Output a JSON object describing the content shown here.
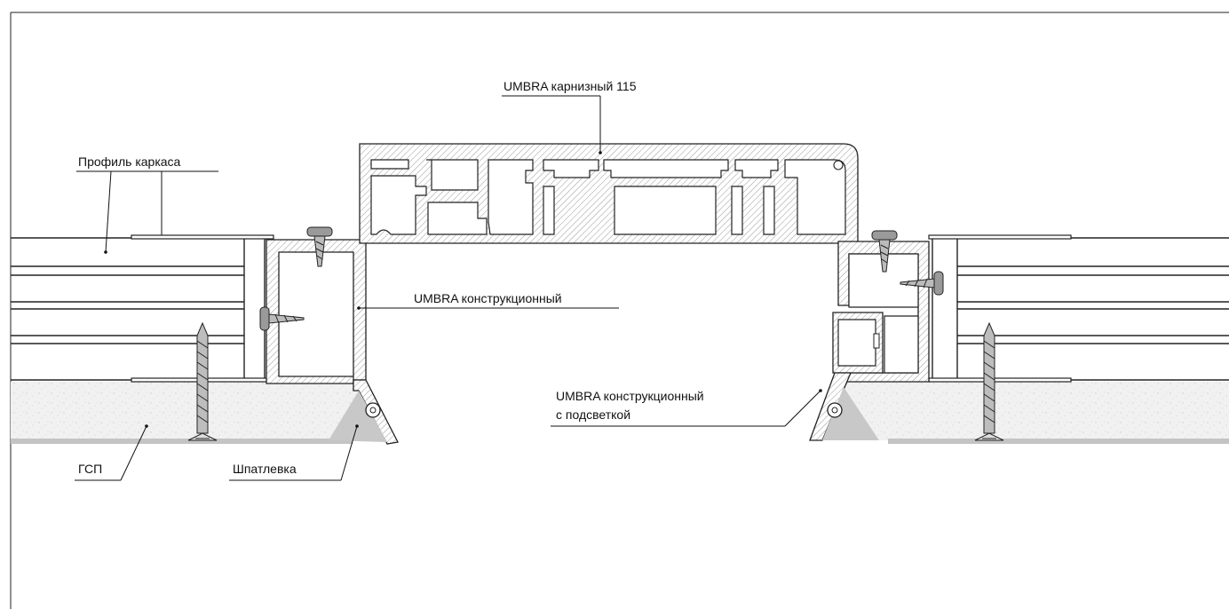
{
  "labels": {
    "cornice": "UMBRA карнизный 115",
    "frame_profile": "Профиль каркаса",
    "structural": "UMBRA конструкционный",
    "structural_lit_line1": "UMBRA конструкционный",
    "structural_lit_line2": "с подсветкой",
    "gsp": "ГСП",
    "putty": "Шпатлевка"
  },
  "colors": {
    "line": "#222222",
    "hatch": "#9a9a9a",
    "drywall": "#f0f0f0",
    "putty": "#c6c6c6",
    "background": "#ffffff"
  }
}
